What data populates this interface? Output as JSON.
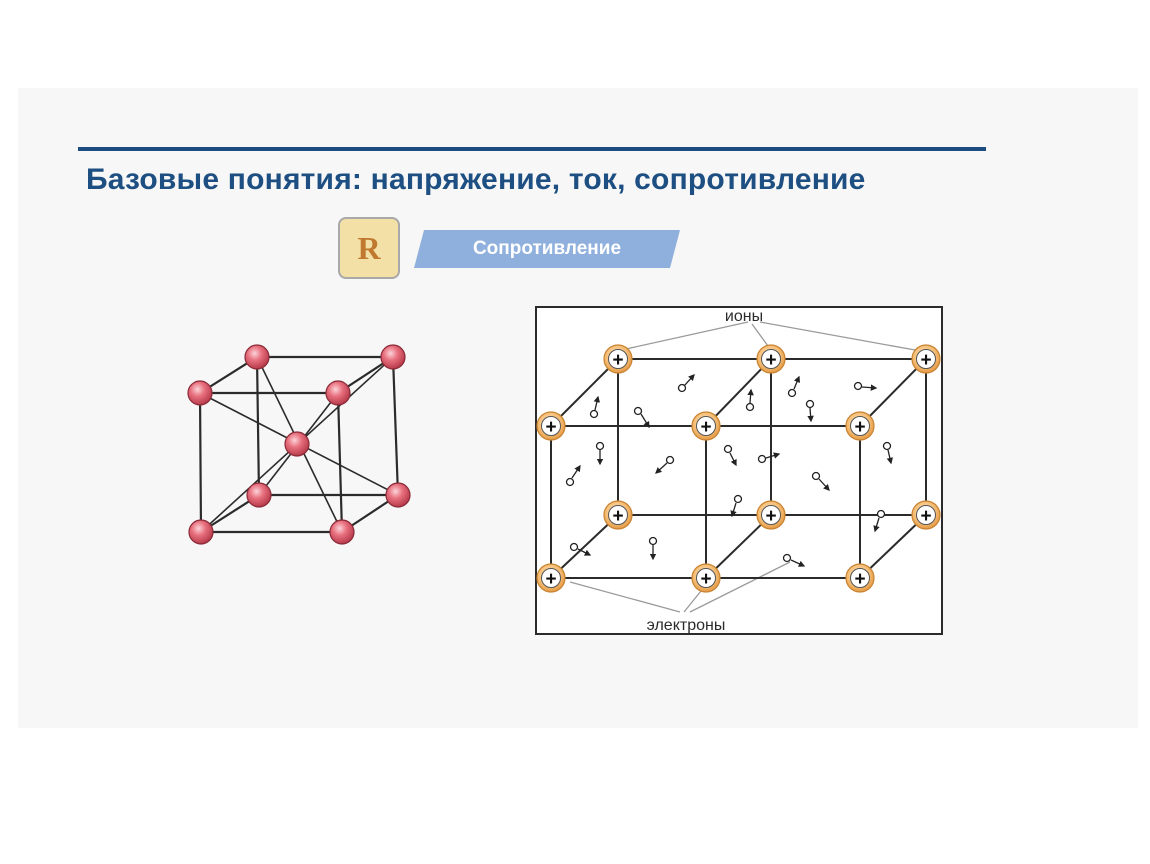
{
  "slide": {
    "title": "Базовые понятия: напряжение, ток, сопротивление",
    "badge_symbol": "R",
    "banner_label": "Сопротивление"
  },
  "metal_lattice": {
    "label_ions": "ионы",
    "label_electrons": "электроны",
    "ion_symbol": "+"
  },
  "colors": {
    "title": "#1e4f82",
    "rule": "#1b4d80",
    "badge_fill": "#f2e0a6",
    "badge_text": "#c0792e",
    "banner": "#8fb0dc",
    "cube_atom": "#d9606e",
    "ion_fill": "#f4b86a"
  }
}
